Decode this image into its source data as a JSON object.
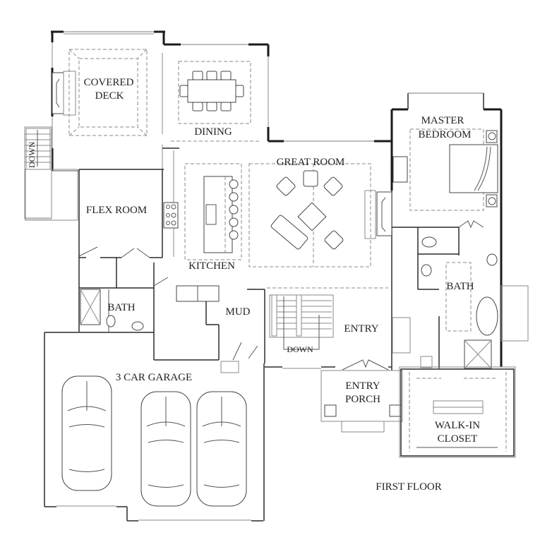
{
  "plan": {
    "title": "FIRST FLOOR",
    "rooms": {
      "covered_deck": [
        "COVERED",
        "DECK"
      ],
      "dining": "DINING",
      "great_room": "GREAT ROOM",
      "master_bedroom": [
        "MASTER",
        "BEDROOM"
      ],
      "flex_room": "FLEX ROOM",
      "kitchen": "KITCHEN",
      "bath_left": "BATH",
      "mud": "MUD",
      "entry": "ENTRY",
      "bath_master": "BATH",
      "garage": "3 CAR GARAGE",
      "entry_porch": [
        "ENTRY",
        "PORCH"
      ],
      "walk_in_closet": [
        "WALK-IN",
        "CLOSET"
      ]
    },
    "stairs": {
      "deck_stairs": "DOWN",
      "main_stairs": "DOWN"
    },
    "colors": {
      "wall": "#1a1a1a",
      "dashed": "#8a8a8a",
      "background": "#ffffff"
    }
  }
}
